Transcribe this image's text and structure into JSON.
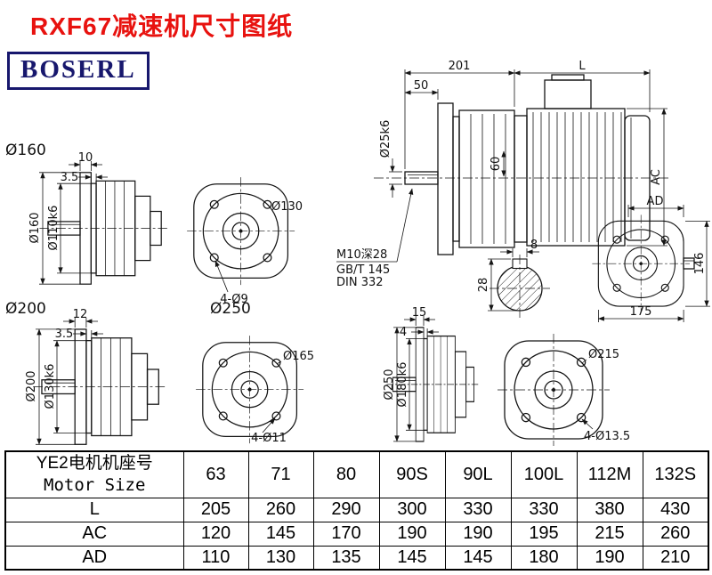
{
  "header": {
    "title": "RXF67减速机尺寸图纸",
    "brand": "BOSERL"
  },
  "assembly": {
    "dim_length_front": "201",
    "dim_length_motor": "L",
    "dim_shaft_len": "50",
    "dim_shaft_dia": "Ø25k6",
    "dim_spigot": "60",
    "dim_ac": "AC",
    "note_tap": "M10深28",
    "note_std1": "GB/T 145",
    "note_std2": "DIN 332"
  },
  "side_view": {
    "dim_ad": "AD",
    "dim_height": "146",
    "dim_width": "175"
  },
  "key_section": {
    "dim_key_width": "8",
    "dim_key_height": "28"
  },
  "units": [
    {
      "label": "Ø160",
      "dim_flange_thickness": "10",
      "dim_spigot_depth": "3.5",
      "dim_flange_dia": "Ø160",
      "dim_spigot_dia": "Ø110k6",
      "dim_bolt_circle": "Ø130",
      "dim_holes": "4-Ø9"
    },
    {
      "label": "Ø200",
      "dim_flange_thickness": "12",
      "dim_spigot_depth": "3.5",
      "dim_flange_dia": "Ø200",
      "dim_spigot_dia": "Ø130k6",
      "dim_bolt_circle": "Ø165",
      "dim_holes": "4-Ø11"
    },
    {
      "label": "Ø250",
      "dim_flange_thickness": "15",
      "dim_spigot_depth": "4",
      "dim_flange_dia": "Ø250",
      "dim_spigot_dia": "Ø180k6",
      "dim_bolt_circle": "Ø215",
      "dim_holes": "4-Ø13.5"
    }
  ],
  "table": {
    "header_cn": "YE2电机机座号",
    "header_en": "Motor Size",
    "sizes": [
      "63",
      "71",
      "80",
      "90S",
      "90L",
      "100L",
      "112M",
      "132S"
    ],
    "rows": [
      {
        "label": "L",
        "values": [
          "205",
          "260",
          "290",
          "300",
          "330",
          "330",
          "380",
          "430"
        ]
      },
      {
        "label": "AC",
        "values": [
          "120",
          "145",
          "170",
          "190",
          "190",
          "195",
          "215",
          "260"
        ]
      },
      {
        "label": "AD",
        "values": [
          "110",
          "130",
          "135",
          "145",
          "145",
          "180",
          "190",
          "210"
        ]
      }
    ]
  }
}
